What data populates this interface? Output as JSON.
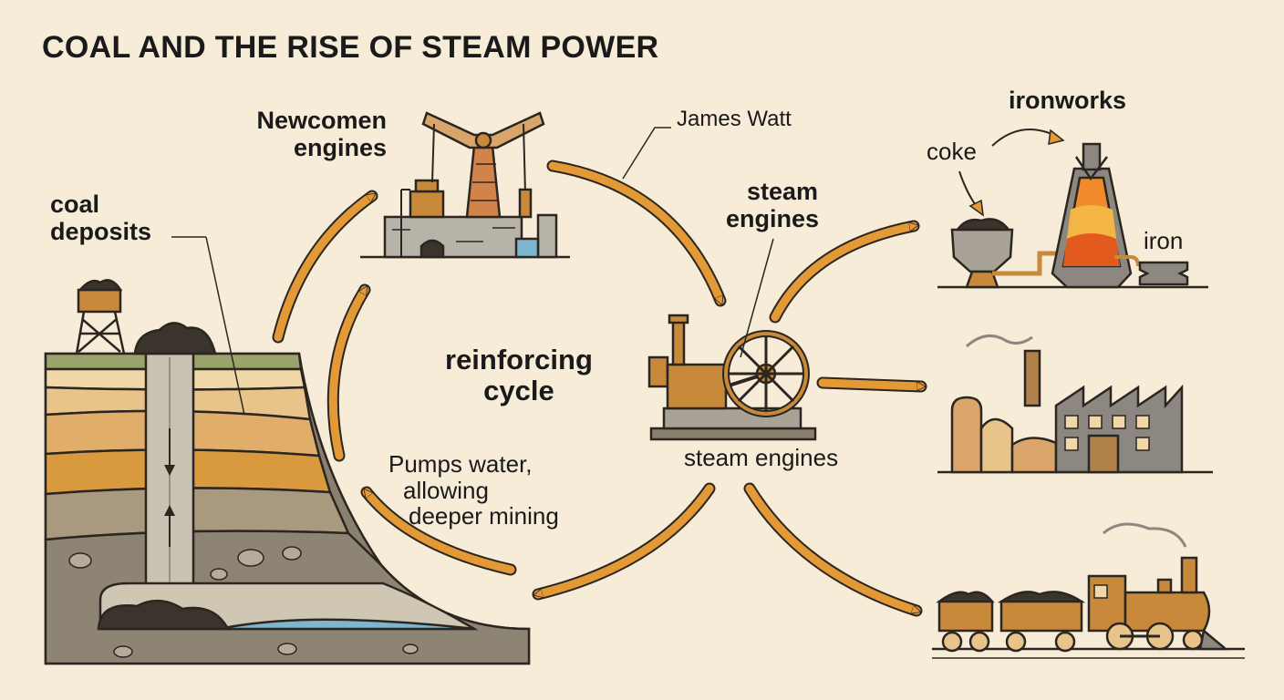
{
  "title": "COAL AND THE RISE OF STEAM POWER",
  "labels": {
    "coal_deposits": [
      "coal",
      "deposits"
    ],
    "newcomen": [
      "Newcomen",
      "engines"
    ],
    "james_watt": "James Watt",
    "steam_engines_top": [
      "steam",
      "engines"
    ],
    "reinforcing": [
      "reinforcing",
      "cycle"
    ],
    "steam_engines_bottom": "steam engines",
    "pumps": [
      "Pumps water,",
      "allowing",
      "deeper mining"
    ],
    "ironworks": "ironworks",
    "coke": "coke",
    "iron": "iron"
  },
  "colors": {
    "background": "#f6ecd8",
    "arrow": "#e39a36",
    "outline": "#2b2620",
    "copper": "#c8893a",
    "rock": "#8a8070",
    "water": "#7fb6cf",
    "flame": "#f08a2a",
    "factory": "#8c8780"
  },
  "icons": [
    "mine-cross-section-icon",
    "headframe-icon",
    "newcomen-engine-icon",
    "steam-engine-icon",
    "blast-furnace-icon",
    "factory-icon",
    "locomotive-icon"
  ]
}
